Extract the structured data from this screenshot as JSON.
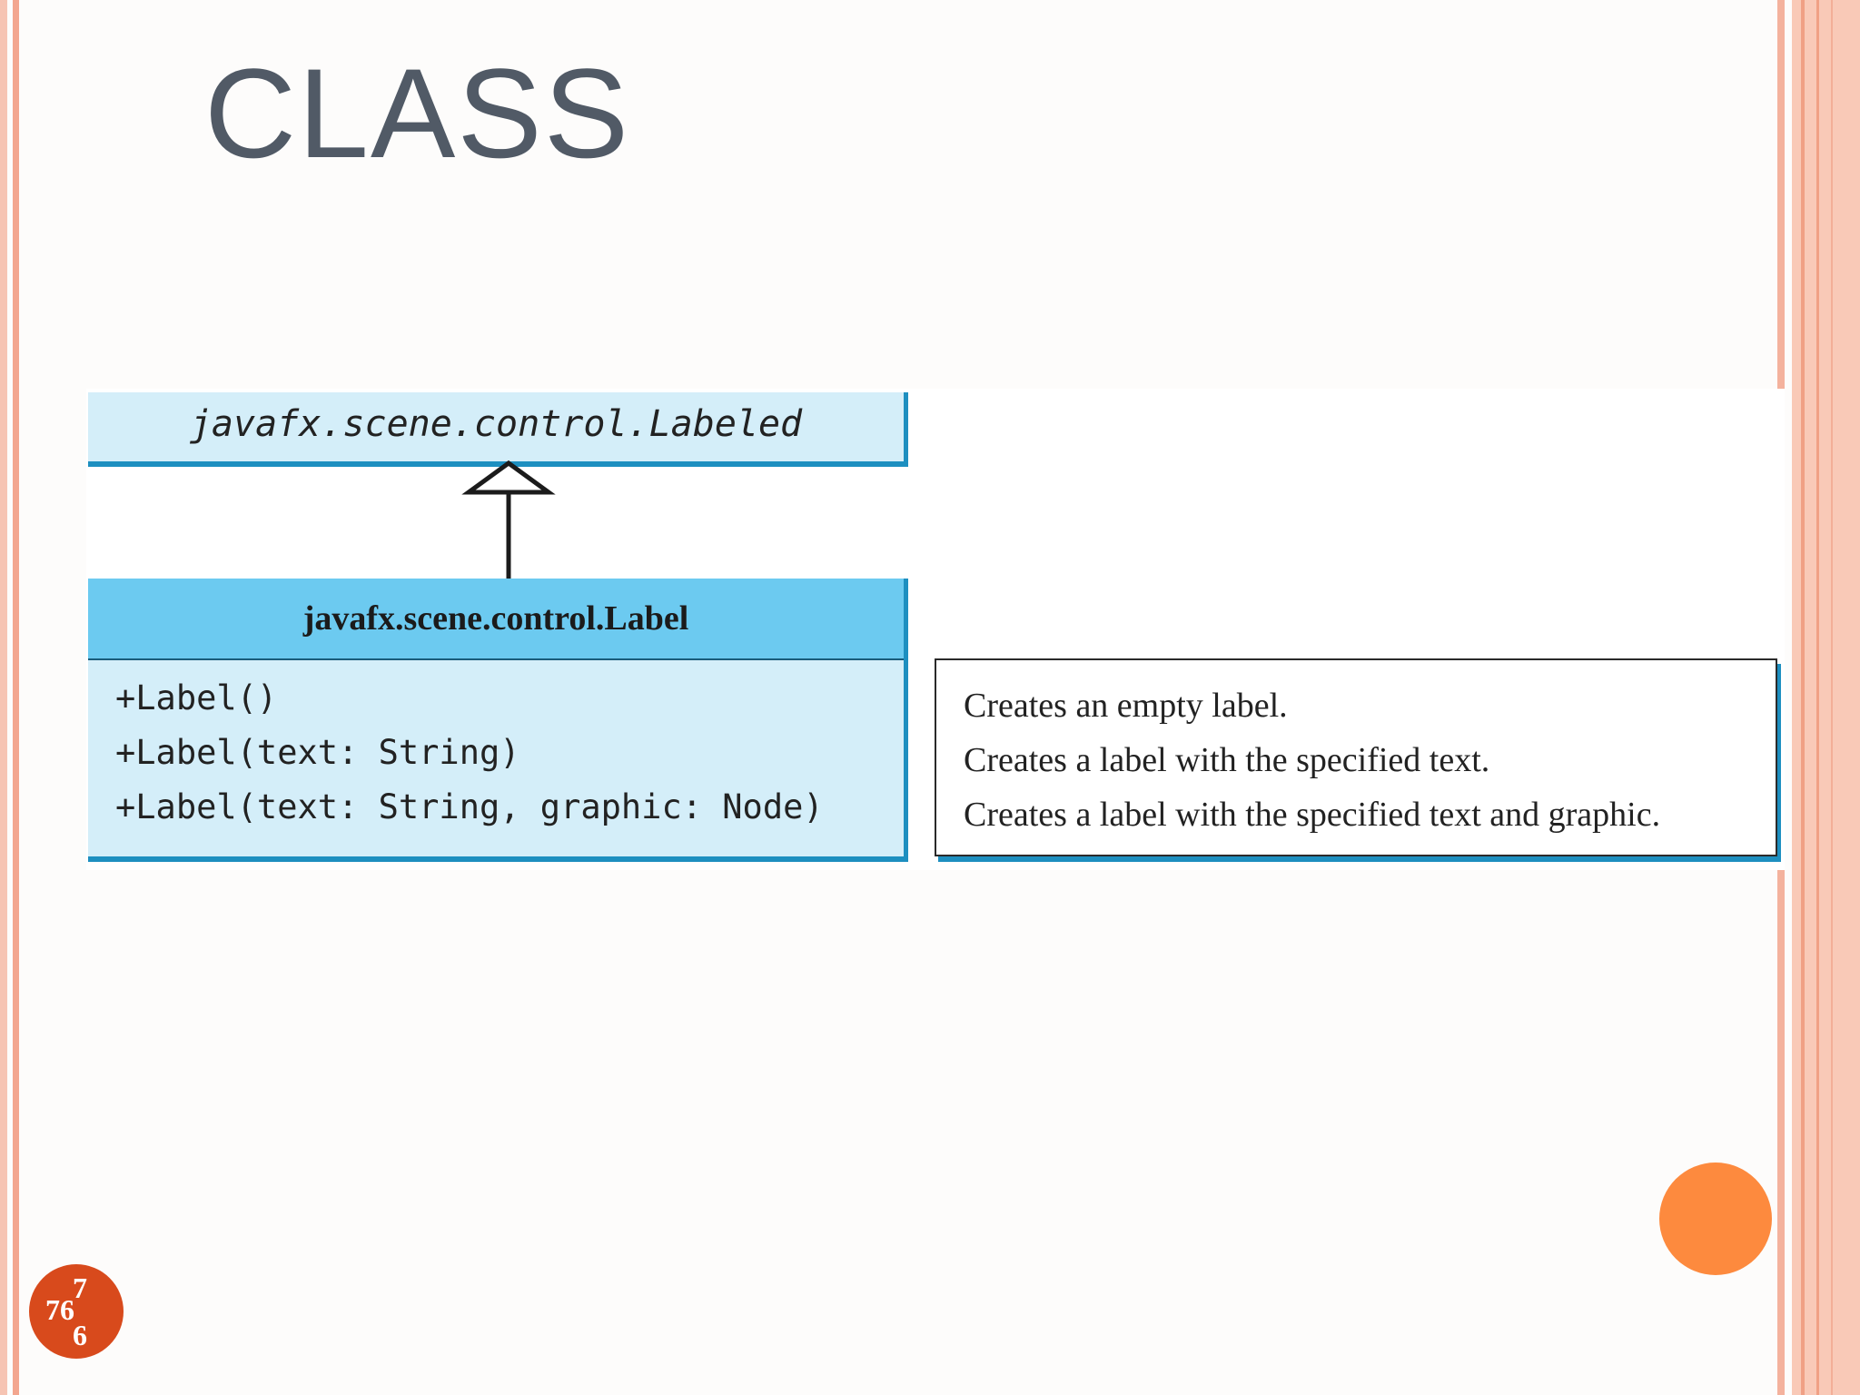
{
  "slide": {
    "title": "CLASS",
    "page_number": "76",
    "page_number_top": "7",
    "page_number_bottom": "6"
  },
  "uml": {
    "parent_class": "javafx.scene.control.Labeled",
    "class_name": "javafx.scene.control.Label",
    "methods": [
      "+Label()",
      "+Label(text: String)",
      "+Label(text: String, graphic: Node)"
    ],
    "descriptions": [
      "Creates an empty label.",
      "Creates a label with the specified text.",
      "Creates a label with the specified text and graphic."
    ]
  },
  "colors": {
    "title": "#515a66",
    "uml_header": "#6ccaf0",
    "uml_body": "#d4eef9",
    "uml_shadow": "#1d8fc0",
    "accent_circle": "#fd8a3e",
    "page_badge": "#d84a1c"
  }
}
